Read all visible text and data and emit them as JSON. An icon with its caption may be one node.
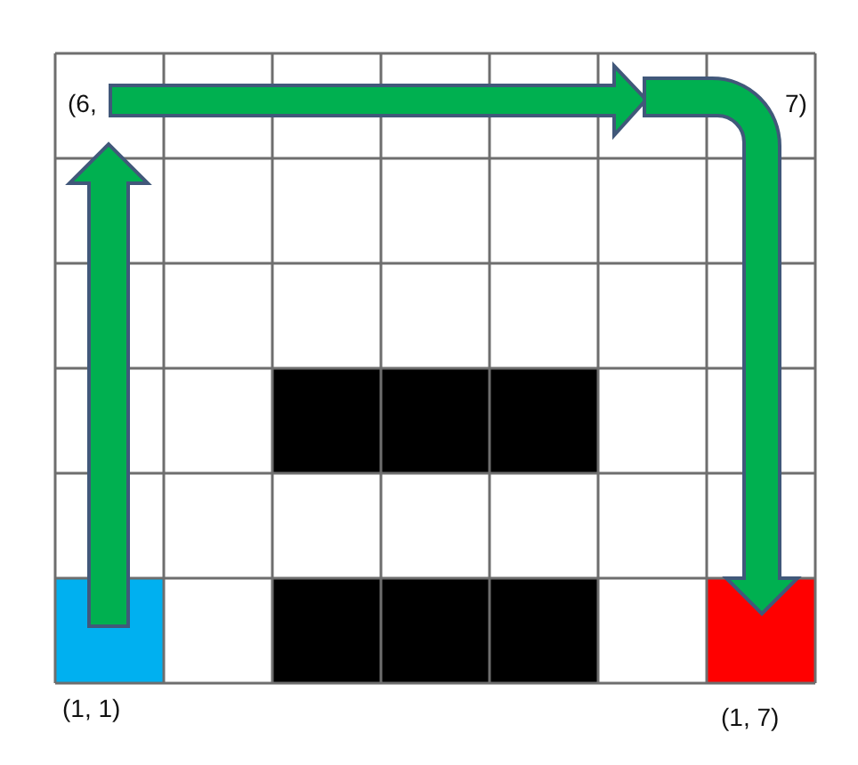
{
  "diagram": {
    "labels": [
      "(6,",
      "7)",
      "(1, 1)",
      "(1, 7)"
    ]
  }
}
